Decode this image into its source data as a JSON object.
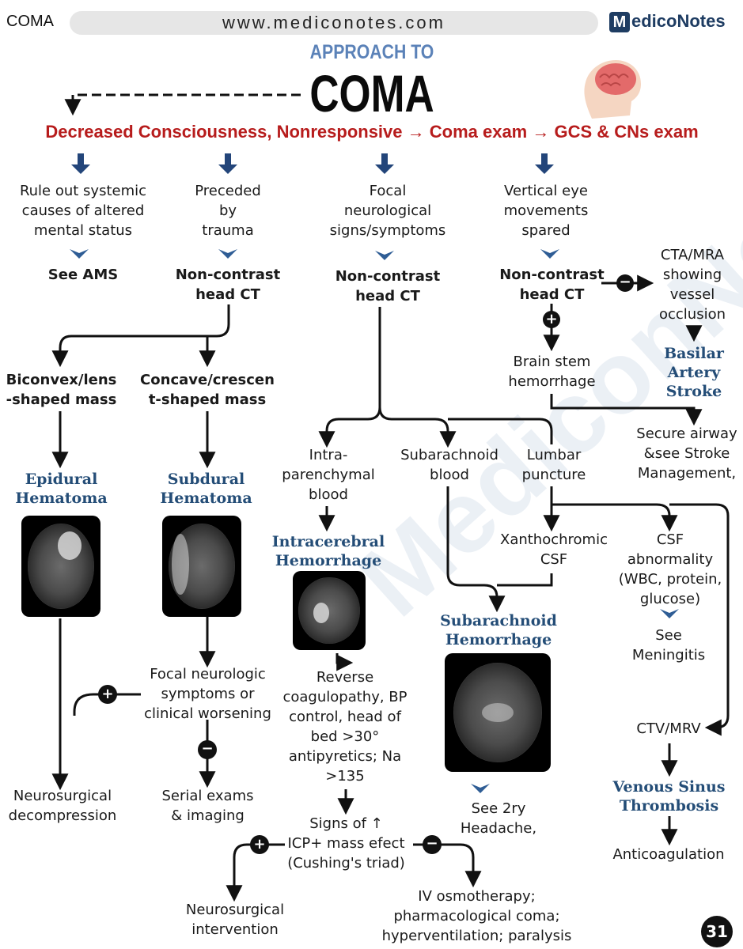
{
  "header": {
    "topic": "COMA",
    "url": "www.mediconotes.com",
    "brand_letter": "M",
    "brand_name": "edicoNotes"
  },
  "title": {
    "line1": "APPROACH TO",
    "line2": "COMA"
  },
  "subtitle": "Decreased Consciousness, Nonresponsive → Coma exam → GCS & CNs exam",
  "watermark": "MediconNotes",
  "nodes": {
    "systemic": "Rule out systemic\ncauses of altered\nmental status",
    "see_ams": "See AMS",
    "trauma": "Preceded\nby\ntrauma",
    "ct_trauma": "Non-contrast\nhead CT",
    "focal": "Focal\nneurological\nsigns/symptoms",
    "ct_focal": "Non-contrast\nhead CT",
    "vertical": "Vertical eye\nmovements\nspared",
    "ct_vertical": "Non-contrast\nhead CT",
    "cta": "CTA/MRA\nshowing\nvessel\nocclusion",
    "basilar": "Basilar\nArtery\nStroke",
    "brainstem": "Brain stem\nhemorrhage",
    "secure": "Secure airway\n&see Stroke\nManagement,",
    "biconvex": "Biconvex/lens\n-shaped mass",
    "concave": "Concave/crescen\nt-shaped mass",
    "epidural": "Epidural\nHematoma",
    "subdural": "Subdural\nHematoma",
    "intra": "Intra-\nparenchymal\nblood",
    "subarachnoid_blood": "Subarachnoid\nblood",
    "lumbar": "Lumbar\npuncture",
    "ich": "Intracerebral\nHemorrhage",
    "xanthochromic": "Xanthochromic\nCSF",
    "csf_abn": "CSF\nabnormality\n(WBC, protein,\nglucose)",
    "see_meningitis": "See\nMeningitis",
    "sah": "Subarachnoid\nHemorrhage",
    "reverse": "Reverse\ncoagulopathy, BP\ncontrol, head of\nbed >30°\nantipyretics; Na\n>135",
    "focal_worse": "Focal neurologic\nsymptoms or\nclinical worsening",
    "neuro_decomp": "Neurosurgical\ndecompression",
    "serial": "Serial exams\n& imaging",
    "icp": "Signs of ↑\nICP+ mass efect\n(Cushing's triad)",
    "neuro_interv": "Neurosurgical\nintervention",
    "iv_osmo": "IV osmotherapy;\npharmacological coma;\nhyperventilation; paralysis",
    "see_headache": "See 2ry\nHeadache,",
    "ctv": "CTV/MRV",
    "venous": "Venous Sinus\nThrombosis",
    "anticoag": "Anticoagulation"
  },
  "signs": {
    "plus": "+",
    "minus": "−"
  },
  "page_number": "31",
  "colors": {
    "subtitle_red": "#b71c1c",
    "title_blue": "#5b82b8",
    "node_blue": "#244d77",
    "arrow_navy": "#23457a"
  }
}
